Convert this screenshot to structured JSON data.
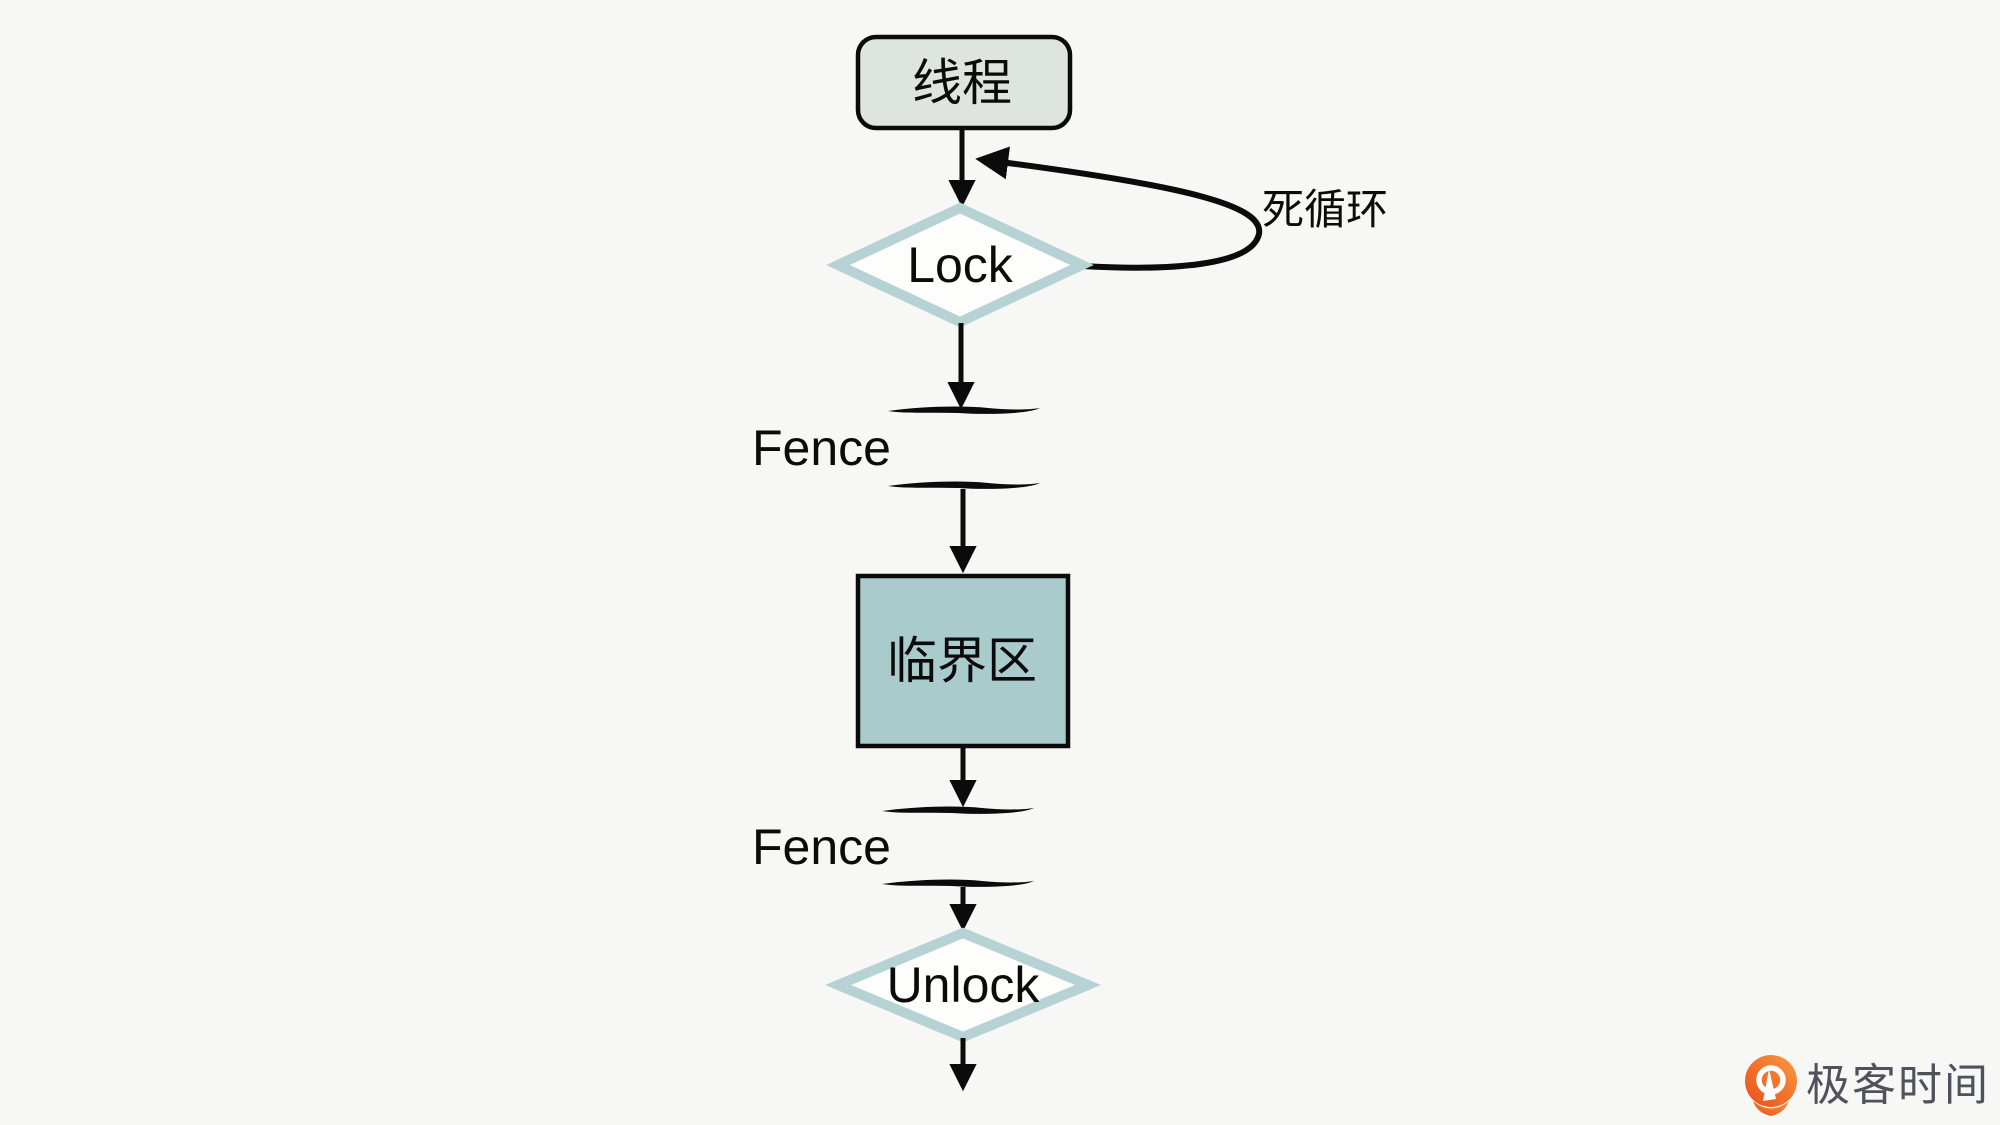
{
  "diagram": {
    "thread": {
      "label": "线程"
    },
    "lock": {
      "label": "Lock"
    },
    "fence_top": {
      "label": "Fence"
    },
    "critical_section": {
      "label": "临界区"
    },
    "fence_bottom": {
      "label": "Fence"
    },
    "unlock": {
      "label": "Unlock"
    },
    "loop_annotation": {
      "label": "死循环"
    }
  },
  "branding": {
    "logo_text": "极客时间"
  },
  "colors": {
    "background": "#f7f7f6",
    "thread_fill": "#dee4df",
    "diamond_stroke": "#b6d2d5",
    "diamond_fill": "#fdfdfc",
    "critical_fill": "#a9cbcc",
    "line_color": "#0b0b0b",
    "logo_orange_dark": "#e84e1b",
    "logo_orange_light": "#fa9a3e",
    "logo_text_color": "#4f525a"
  }
}
